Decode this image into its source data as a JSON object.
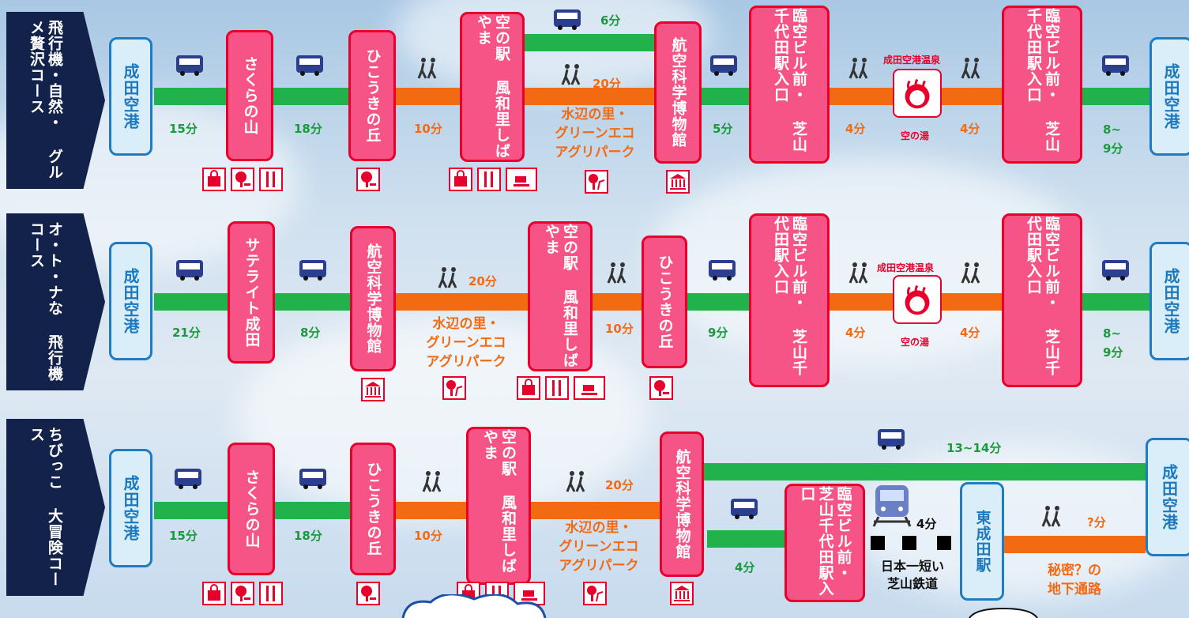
{
  "routes": [
    {
      "name": "飛行機・自然・\nグルメ贅沢コース"
    },
    {
      "name": "オ・ト・ナな\n飛行機コース"
    },
    {
      "name": "ちびっこ\n大冒険コース"
    }
  ],
  "stops": {
    "narita_airport": "成田空港",
    "sakura": "さくらの山",
    "hikouki": "ひこうきの丘",
    "michinoeki": "空の駅\n風和里しばやま",
    "museum": "航空科学博物館",
    "rinku": "臨空ビル前・\n芝山千代田駅入口",
    "satellite": "サテライト成田",
    "higashi_narita": "東成田駅"
  },
  "labels": {
    "mizube": "水辺の里・\nグリーンエコ\nアグリパーク",
    "onsen_name": "成田空港温泉",
    "onsen_sub": "空の湯",
    "railway": "日本一短い\n芝山鉄道",
    "secret": "秘密？の\n地下通路"
  },
  "times": {
    "r1": [
      "6分",
      "15分",
      "18分",
      "10分",
      "20分",
      "5分",
      "4分",
      "4分",
      "8~\n9分"
    ],
    "r2": [
      "20分",
      "21分",
      "8分",
      "10分",
      "9分",
      "4分",
      "4分",
      "8~\n9分"
    ],
    "r3": [
      "13~14分",
      "15分",
      "18分",
      "10分",
      "20分",
      "4分",
      "4分",
      "?分"
    ]
  },
  "colors": {
    "bus_line": "#22b24c",
    "walk_line": "#f26a12",
    "stop_fill": "#f65486",
    "route_bg": "#13224a"
  }
}
